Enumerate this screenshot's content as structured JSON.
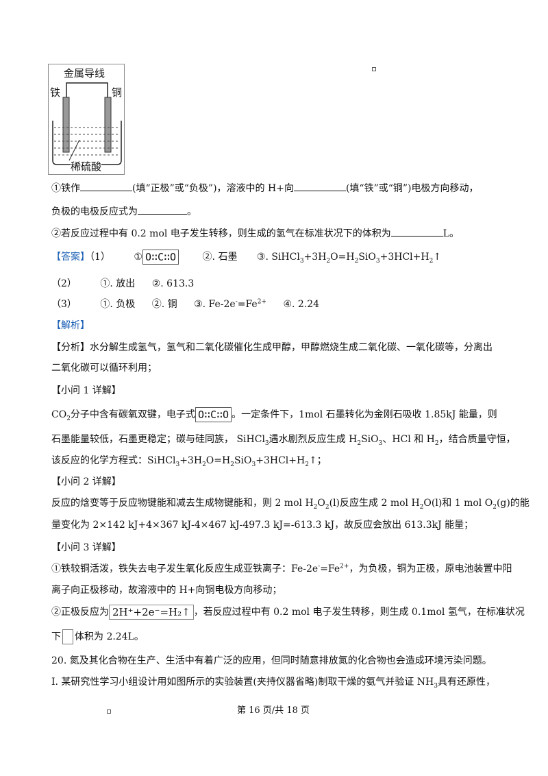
{
  "figure": {
    "wire_label": "金属导线",
    "left_label": "铁",
    "right_label": "铜",
    "solution_label": "稀硫酸"
  },
  "q1": {
    "a": "①铁作",
    "b": "(填“正极”或“负极”)，溶液中的 H+向",
    "c": "(填“铁”或“铜”)电极方向移动，",
    "line2": "负极的电极反应式为",
    "end": "。"
  },
  "q2": {
    "a": "②若反应过程中有 0.2 mol 电子发生转移，则生成的氢气在标准状况下的体积为",
    "b": "L。"
  },
  "answer": {
    "tag": "【答案】",
    "p1": "（1）",
    "o1": "①",
    "dots": "O∷C∷O",
    "o2": "②. 石墨",
    "o3a": "③. SiHCl",
    "o3b": "3",
    "o3c": "+3H",
    "o3d": "2",
    "o3e": "O=H",
    "o3f": "2",
    "o3g": "SiO",
    "o3h": "3",
    "o3i": "+3HCl+H",
    "o3j": "2",
    "o3k": "↑",
    "p2": "（2）",
    "p2a": "①. 放出",
    "p2b": "②. 613.3",
    "p3": "（3）",
    "p3a": "①. 负极",
    "p3b": "②. 铜",
    "p3c": "③. Fe-2e",
    "p3c_sup": "-",
    "p3c2": "=Fe",
    "p3c_sup2": "2+",
    "p3d": "④. 2.24"
  },
  "analysis": {
    "tag": "【解析】",
    "fx1": "【分析】水分解生成氢气，氢气和二氧化碳催化生成甲醇，甲醇燃烧生成二氧化碳、一氧化碳等，分离出",
    "fx2": "二氧化碳可以循环利用；",
    "s1": "【小问 1 详解】",
    "s1l1a": "CO",
    "s1l1b": "2",
    "s1l1c": "分子中含有碳氧双键，电子式",
    "s1l1d": "。一定条件下，1mol 石墨转化为金刚石吸收 1.85kJ 能量，则",
    "s1l2": "石墨能量较低，石墨更稳定；碳与硅同族，  SiHCl",
    "s1l2b": "3",
    "s1l2c": "遇水剧烈反应生成 H",
    "s1l2d": "2",
    "s1l2e": "SiO",
    "s1l2f": "3",
    "s1l2g": "、HCl 和 H",
    "s1l2h": "2",
    "s1l2i": "，结合质量守恒，",
    "s1l3": "该反应的化学方程式：SiHCl",
    "s1l3b": "3",
    "s1l3c": "+3H",
    "s1l3d": "2",
    "s1l3e": "O=H",
    "s1l3f": "2",
    "s1l3g": "SiO",
    "s1l3h": "3",
    "s1l3i": "+3HCl+H",
    "s1l3j": "2",
    "s1l3k": "↑；",
    "s2": "【小问 2 详解】",
    "s2l1": "反应的焓变等于反应物键能和减去生成物键能和，则 2 mol H",
    "s2l1b": "2",
    "s2l1c": "O",
    "s2l1d": "2",
    "s2l1e": "(l)反应生成 2 mol H",
    "s2l1f": "2",
    "s2l1g": "O(l)和 1 mol O",
    "s2l1h": "2",
    "s2l1i": "(g)的能",
    "s2l2": "量变化为 2×142 kJ+4×367 kJ-4×467 kJ-497.3 kJ=-613.3 kJ，故反应会放出 613.3kJ 能量；",
    "s3": "【小问 3 详解】",
    "s3l1": "①铁较铜活泼，铁失去电子发生氧化反应生成亚铁离子：Fe-2e",
    "s3l1s": "-",
    "s3l1b": "=Fe",
    "s3l1s2": "2+",
    "s3l1c": "，为负极，铜为正极，原电池装置中阳",
    "s3l2": "离子向正极移动，故溶液中的 H+向铜电极方向移动；",
    "s3l3a": "②正极反应为",
    "s3l3eq": "2H⁺+2e⁻=H₂↑",
    "s3l3b": "，若反应过程中有 0.2 mol 电子发生转移，则生成 0.1mol 氢气，在标准状况",
    "s3l4a": "下",
    "s3l4b": "体积为 2.24L。"
  },
  "q20": {
    "l1": "20. 氮及其化合物在生产、生活中有着广泛的应用，但同时随意排放氮的化合物也会造成环境污染问题。",
    "l2": "Ⅰ. 某研究性学习小组设计用如图所示的实验装置(夹持仪器省略)制取干燥的氨气并验证 NH",
    "l2b": "3",
    "l2c": "具有还原性，"
  },
  "footer": "第 16 页/共 18 页"
}
